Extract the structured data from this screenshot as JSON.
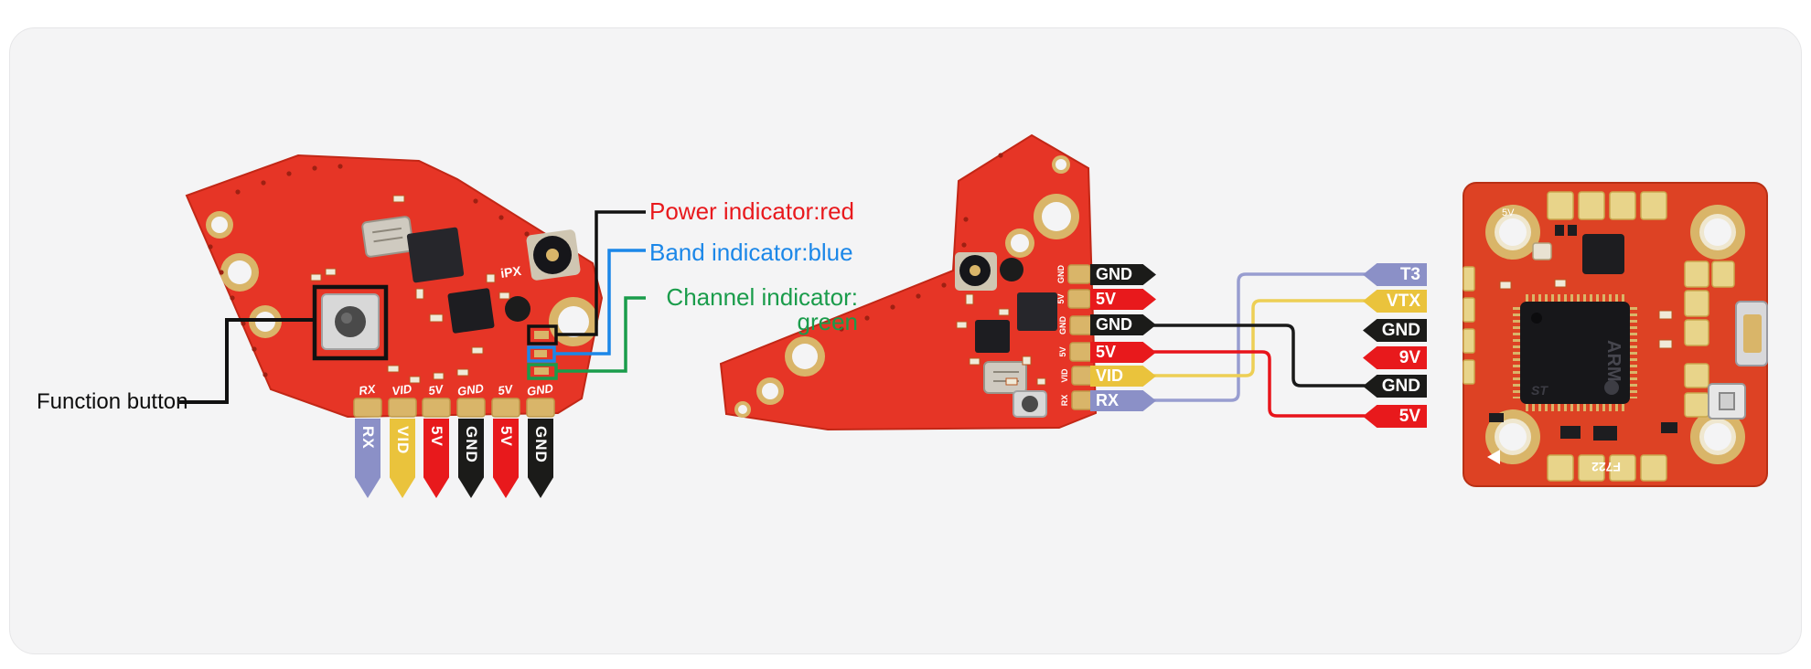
{
  "colors": {
    "panel_bg": "#f4f4f5",
    "pcb_red": "#e63526",
    "pcb_orange_red": "#dd4224",
    "pad_gold": "#d9b569",
    "label_red": "#e8191d",
    "label_blue": "#1b87e8",
    "label_green": "#1a9c4b"
  },
  "annotations": {
    "function_button": "Function button",
    "power_indicator": {
      "text": "Power indicator:red",
      "color": "#e8191d"
    },
    "band_indicator": {
      "text": "Band indicator:blue",
      "color": "#1b87e8"
    },
    "channel_indicator": {
      "text": "Channel indicator:",
      "text_line2": "green",
      "color": "#1a9c4b"
    }
  },
  "left_board": {
    "silkscreen": {
      "ipx": "iPX",
      "pins": [
        "RX",
        "VID",
        "5V",
        "GND",
        "5V",
        "GND"
      ]
    },
    "pin_banners": [
      {
        "label": "RX",
        "color": "#8b90c7"
      },
      {
        "label": "VID",
        "color": "#eac33c"
      },
      {
        "label": "5V",
        "color": "#e8191c"
      },
      {
        "label": "GND",
        "color": "#1b1b19"
      },
      {
        "label": "5V",
        "color": "#e8191c"
      },
      {
        "label": "GND",
        "color": "#1b1b19"
      }
    ]
  },
  "wiring": {
    "vtx_pins": [
      {
        "label": "GND",
        "color": "#1b1b19"
      },
      {
        "label": "5V",
        "color": "#e8191c"
      },
      {
        "label": "GND",
        "color": "#1b1b19"
      },
      {
        "label": "5V",
        "color": "#e8191c"
      },
      {
        "label": "VID",
        "color": "#eac33c"
      },
      {
        "label": "RX",
        "color": "#8b90c7"
      }
    ],
    "fc_pins": [
      {
        "label": "T3",
        "color": "#8b90c7"
      },
      {
        "label": "VTX",
        "color": "#eac33c"
      },
      {
        "label": "GND",
        "color": "#1b1b19"
      },
      {
        "label": "9V",
        "color": "#e8191c"
      },
      {
        "label": "GND",
        "color": "#1b1b19"
      },
      {
        "label": "5V",
        "color": "#e8191c"
      }
    ],
    "connections": [
      {
        "from": "RX",
        "to": "T3",
        "color": "#989dd0"
      },
      {
        "from": "VID",
        "to": "VTX",
        "color": "#edcf55"
      },
      {
        "from": "GND",
        "to": "GND",
        "color": "#1a1a1a"
      },
      {
        "from": "5V",
        "to": "5V",
        "color": "#e8141b"
      }
    ]
  },
  "fc_board": {
    "mcu_label": "ARM",
    "mcu_logo": "ST",
    "silkscreen_model": "F722",
    "silkscreen_5v": "5V"
  }
}
